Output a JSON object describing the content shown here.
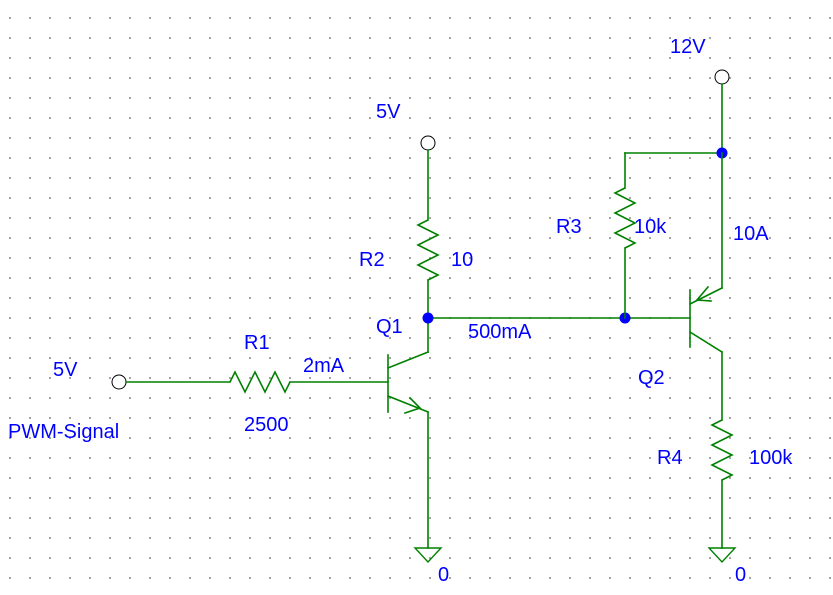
{
  "labels": {
    "pwm_voltage": "5V",
    "pwm_name": "PWM-Signal",
    "r1_name": "R1",
    "r1_value": "2500",
    "base_current": "2mA",
    "q1_name": "Q1",
    "r2_supply": "5V",
    "r2_name": "R2",
    "r2_value": "10",
    "collector_current": "500mA",
    "q1_gnd": "0",
    "supply_12v": "12V",
    "r3_name": "R3",
    "r3_value": "10k",
    "q2_current": "10A",
    "q2_name": "Q2",
    "r4_name": "R4",
    "r4_value": "100k",
    "q2_gnd": "0"
  },
  "colors": {
    "wire": "#008000",
    "label": "#0000ff",
    "junction": "#0000ff",
    "grid": "#9a9a9a"
  }
}
